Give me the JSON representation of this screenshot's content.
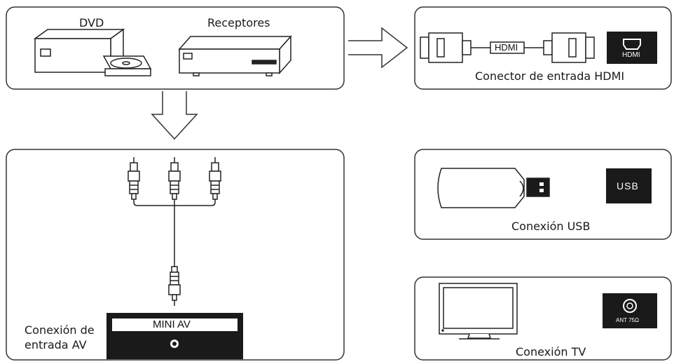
{
  "sources": {
    "dvd_label": "DVD",
    "receivers_label": "Receptores"
  },
  "hdmi": {
    "cable_label": "HDMI",
    "port_label": "HDMI",
    "caption": "Conector de entrada HDMI"
  },
  "av": {
    "port_label": "MINI AV",
    "caption_line1": "Conexión de",
    "caption_line2": "entrada AV"
  },
  "usb": {
    "port_label": "USB",
    "caption": "Conexión USB"
  },
  "tv": {
    "port_label": "ANT 75Ω",
    "caption": "Conexión TV"
  },
  "colors": {
    "line": "#222222",
    "port_fill": "#1a1a1a",
    "panel_border": "#333333"
  }
}
